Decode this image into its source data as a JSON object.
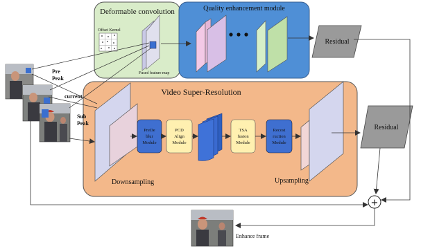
{
  "deform": {
    "title": "Deformable convolution",
    "offset_label": "Offset Kernel",
    "fused_label": "Fused feature map"
  },
  "quality": {
    "title": "Quality enhancement module"
  },
  "vsr": {
    "title": "Video Super-Resolution",
    "downsampling_label": "Downsampling",
    "upsampling_label": "Upsampling",
    "modules": [
      {
        "line1": "PreDe",
        "line2": "blur",
        "line3": "Module",
        "color": "#3f6fd0"
      },
      {
        "line1": "PCD",
        "line2": "Align",
        "line3": "Module",
        "color": "#fff0b0"
      },
      {
        "line1": "TSA",
        "line2": "fusion",
        "line3": "Module",
        "color": "#fff0b0"
      },
      {
        "line1": "Recost",
        "line2": "ruction",
        "line3": "Module",
        "color": "#3f6fd0"
      }
    ]
  },
  "frames": {
    "pre_peak_1": "Pre",
    "pre_peak_2": "Peak",
    "current": "current",
    "sub_peak_1": "Sub",
    "sub_peak_2": "Peak"
  },
  "residual_top": "Residual",
  "residual_right": "Residual",
  "plus_symbol": "+",
  "output_label": "Enhance frame",
  "colors": {
    "deform_bg": "#d9ecc9",
    "quality_bg": "#4f8fd6",
    "vsr_bg": "#f3b88a",
    "residual_fill": "#9a9a9a"
  }
}
